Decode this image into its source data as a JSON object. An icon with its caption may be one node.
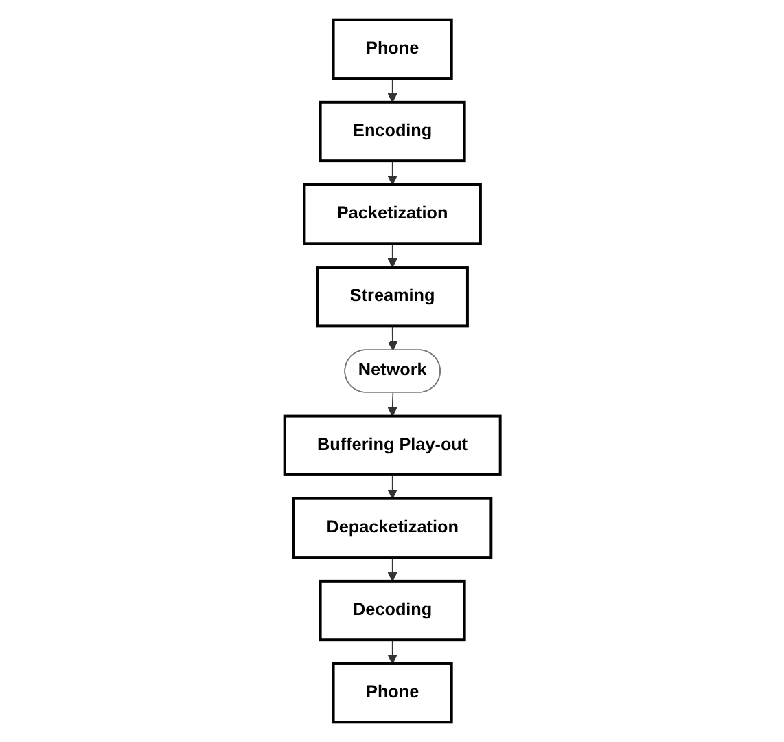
{
  "diagram": {
    "nodes": [
      {
        "text": [
          "Phone"
        ]
      },
      {
        "text": [
          "Encoding"
        ]
      },
      {
        "text": [
          "Packetization"
        ]
      },
      {
        "text": [
          "Streaming"
        ]
      },
      {
        "text": [
          "Network"
        ]
      },
      {
        "text": [
          "Buffering Play-out"
        ]
      },
      {
        "text": [
          "Depacketization"
        ]
      },
      {
        "text": [
          "Decoding"
        ]
      },
      {
        "text": [
          "Phone"
        ]
      }
    ],
    "edges": [
      {
        "from": 0,
        "to": 1,
        "arrow": "to"
      },
      {
        "from": 1,
        "to": 2,
        "arrow": "to"
      },
      {
        "from": 2,
        "to": 3,
        "arrow": "to"
      },
      {
        "from": 3,
        "to": 4,
        "arrow": "to"
      },
      {
        "from": 4,
        "to": 5,
        "arrow": "to"
      },
      {
        "from": 5,
        "to": 6,
        "arrow": "to"
      },
      {
        "from": 6,
        "to": 7,
        "arrow": "to"
      },
      {
        "from": 7,
        "to": 8,
        "arrow": "to"
      }
    ]
  }
}
